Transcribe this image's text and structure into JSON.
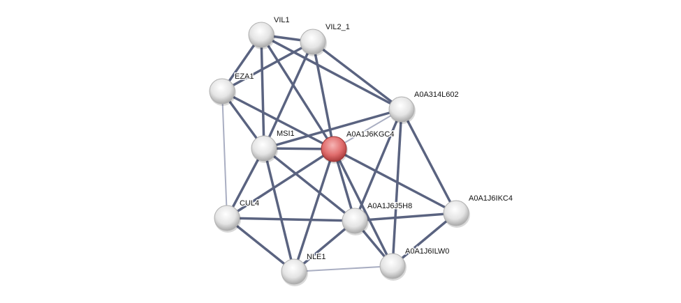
{
  "network": {
    "colors": {
      "edge": "#5a6380",
      "edge_light": "#a9aec2",
      "node": "#e6e6e6",
      "query_node": "#e06d6d"
    },
    "nodes": [
      {
        "id": "VIL1",
        "label": "VIL1",
        "query": false
      },
      {
        "id": "VIL2_1",
        "label": "VIL2_1",
        "query": false
      },
      {
        "id": "EZA1",
        "label": "EZA1",
        "query": false
      },
      {
        "id": "A0A314L602",
        "label": "A0A314L602",
        "query": false
      },
      {
        "id": "MSI1",
        "label": "MSI1",
        "query": false
      },
      {
        "id": "A0A1J6KGC4",
        "label": "A0A1J6KGC4",
        "query": true
      },
      {
        "id": "CUL4",
        "label": "CUL4",
        "query": false
      },
      {
        "id": "A0A1J6J5H8",
        "label": "A0A1J6J5H8",
        "query": false
      },
      {
        "id": "A0A1J6IKC4",
        "label": "A0A1J6IKC4",
        "query": false
      },
      {
        "id": "NLE1",
        "label": "NLE1",
        "query": false
      },
      {
        "id": "A0A1J6ILW0",
        "label": "A0A1J6ILW0",
        "query": false
      }
    ],
    "edges": [
      [
        "VIL1",
        "VIL2_1",
        1
      ],
      [
        "VIL1",
        "EZA1",
        1
      ],
      [
        "VIL1",
        "MSI1",
        1
      ],
      [
        "VIL1",
        "A0A1J6KGC4",
        1
      ],
      [
        "VIL1",
        "A0A314L602",
        1
      ],
      [
        "VIL2_1",
        "EZA1",
        1
      ],
      [
        "VIL2_1",
        "MSI1",
        1
      ],
      [
        "VIL2_1",
        "A0A1J6KGC4",
        1
      ],
      [
        "VIL2_1",
        "A0A314L602",
        1
      ],
      [
        "EZA1",
        "MSI1",
        1
      ],
      [
        "EZA1",
        "A0A1J6KGC4",
        1
      ],
      [
        "EZA1",
        "CUL4",
        0
      ],
      [
        "MSI1",
        "A0A1J6KGC4",
        1
      ],
      [
        "MSI1",
        "A0A314L602",
        1
      ],
      [
        "MSI1",
        "CUL4",
        1
      ],
      [
        "MSI1",
        "NLE1",
        1
      ],
      [
        "MSI1",
        "A0A1J6J5H8",
        1
      ],
      [
        "A0A1J6KGC4",
        "A0A314L602",
        0
      ],
      [
        "A0A1J6KGC4",
        "CUL4",
        1
      ],
      [
        "A0A1J6KGC4",
        "NLE1",
        1
      ],
      [
        "A0A1J6KGC4",
        "A0A1J6J5H8",
        1
      ],
      [
        "A0A1J6KGC4",
        "A0A1J6ILW0",
        1
      ],
      [
        "A0A1J6KGC4",
        "A0A1J6IKC4",
        1
      ],
      [
        "A0A314L602",
        "A0A1J6J5H8",
        1
      ],
      [
        "A0A314L602",
        "A0A1J6ILW0",
        1
      ],
      [
        "A0A314L602",
        "A0A1J6IKC4",
        1
      ],
      [
        "CUL4",
        "A0A1J6J5H8",
        1
      ],
      [
        "CUL4",
        "NLE1",
        1
      ],
      [
        "A0A1J6J5H8",
        "NLE1",
        1
      ],
      [
        "A0A1J6J5H8",
        "A0A1J6IKC4",
        1
      ],
      [
        "A0A1J6J5H8",
        "A0A1J6ILW0",
        1
      ],
      [
        "A0A1J6IKC4",
        "A0A1J6ILW0",
        1
      ],
      [
        "NLE1",
        "A0A1J6ILW0",
        0
      ]
    ]
  }
}
